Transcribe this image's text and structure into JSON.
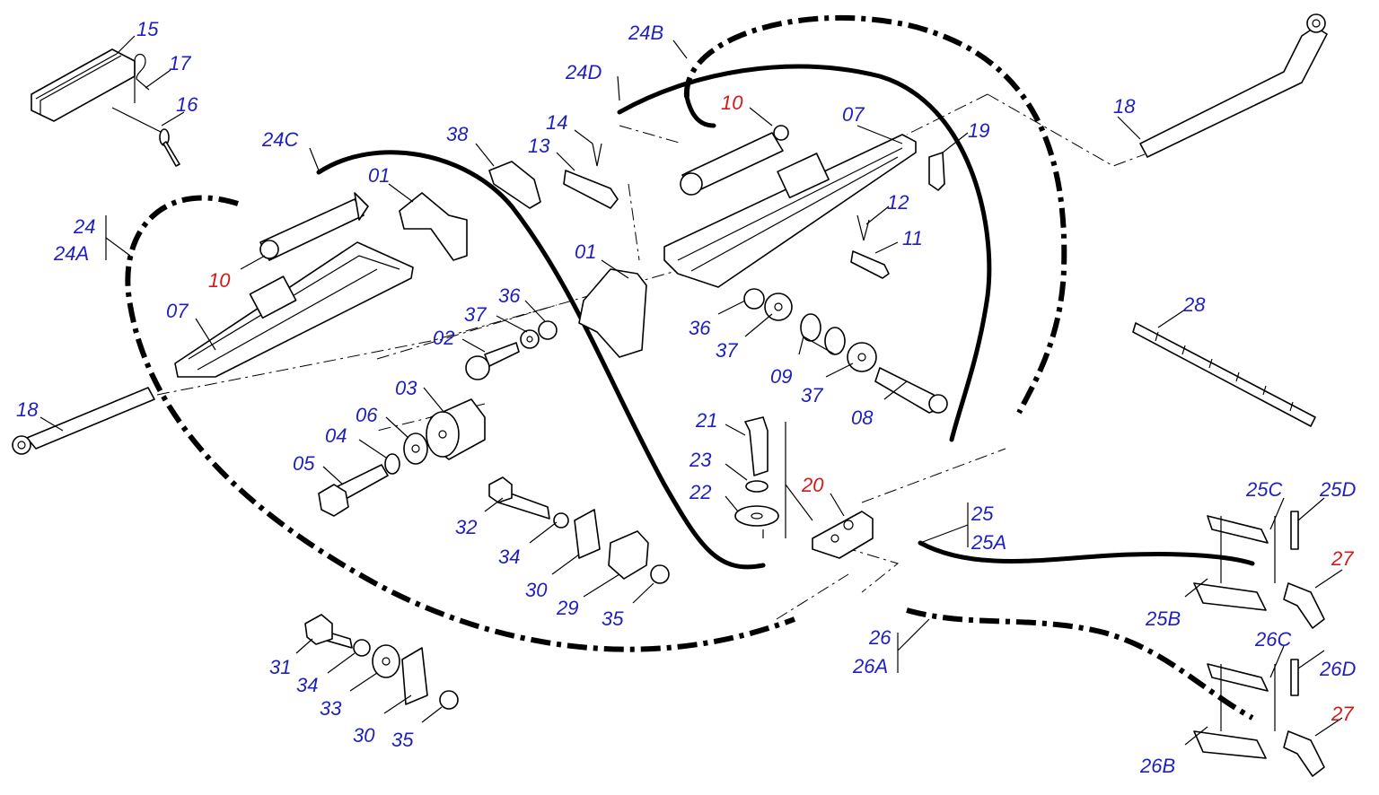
{
  "colors": {
    "label_blue": "#1f1fbf",
    "label_red": "#d11a1a",
    "line": "#000000"
  },
  "labels": [
    {
      "id": "l15",
      "text": "15",
      "color": "blue"
    },
    {
      "id": "l17",
      "text": "17",
      "color": "blue"
    },
    {
      "id": "l16",
      "text": "16",
      "color": "blue"
    },
    {
      "id": "l24c",
      "text": "24C",
      "color": "blue"
    },
    {
      "id": "l24",
      "text": "24",
      "color": "blue"
    },
    {
      "id": "l24a",
      "text": "24A",
      "color": "blue"
    },
    {
      "id": "l10a",
      "text": "10",
      "color": "red"
    },
    {
      "id": "l07a",
      "text": "07",
      "color": "blue"
    },
    {
      "id": "l18a",
      "text": "18",
      "color": "blue"
    },
    {
      "id": "l24b",
      "text": "24B",
      "color": "blue"
    },
    {
      "id": "l24d",
      "text": "24D",
      "color": "blue"
    },
    {
      "id": "l14",
      "text": "14",
      "color": "blue"
    },
    {
      "id": "l13",
      "text": "13",
      "color": "blue"
    },
    {
      "id": "l38",
      "text": "38",
      "color": "blue"
    },
    {
      "id": "l01a",
      "text": "01",
      "color": "blue"
    },
    {
      "id": "l10b",
      "text": "10",
      "color": "red"
    },
    {
      "id": "l07b",
      "text": "07",
      "color": "blue"
    },
    {
      "id": "l19",
      "text": "19",
      "color": "blue"
    },
    {
      "id": "l18b",
      "text": "18",
      "color": "blue"
    },
    {
      "id": "l12",
      "text": "12",
      "color": "blue"
    },
    {
      "id": "l11",
      "text": "11",
      "color": "blue"
    },
    {
      "id": "l01b",
      "text": "01",
      "color": "blue"
    },
    {
      "id": "l36a",
      "text": "36",
      "color": "blue"
    },
    {
      "id": "l37a",
      "text": "37",
      "color": "blue"
    },
    {
      "id": "l02",
      "text": "02",
      "color": "blue"
    },
    {
      "id": "l36b",
      "text": "36",
      "color": "blue"
    },
    {
      "id": "l37b",
      "text": "37",
      "color": "blue"
    },
    {
      "id": "l09",
      "text": "09",
      "color": "blue"
    },
    {
      "id": "l37c",
      "text": "37",
      "color": "blue"
    },
    {
      "id": "l08",
      "text": "08",
      "color": "blue"
    },
    {
      "id": "l28",
      "text": "28",
      "color": "blue"
    },
    {
      "id": "l03",
      "text": "03",
      "color": "blue"
    },
    {
      "id": "l06",
      "text": "06",
      "color": "blue"
    },
    {
      "id": "l04",
      "text": "04",
      "color": "blue"
    },
    {
      "id": "l05",
      "text": "05",
      "color": "blue"
    },
    {
      "id": "l21",
      "text": "21",
      "color": "blue"
    },
    {
      "id": "l23",
      "text": "23",
      "color": "blue"
    },
    {
      "id": "l22",
      "text": "22",
      "color": "blue"
    },
    {
      "id": "l20",
      "text": "20",
      "color": "red"
    },
    {
      "id": "l25",
      "text": "25",
      "color": "blue"
    },
    {
      "id": "l25a",
      "text": "25A",
      "color": "blue"
    },
    {
      "id": "l25c",
      "text": "25C",
      "color": "blue"
    },
    {
      "id": "l25d",
      "text": "25D",
      "color": "blue"
    },
    {
      "id": "l27a",
      "text": "27",
      "color": "red"
    },
    {
      "id": "l25b",
      "text": "25B",
      "color": "blue"
    },
    {
      "id": "l32",
      "text": "32",
      "color": "blue"
    },
    {
      "id": "l34a",
      "text": "34",
      "color": "blue"
    },
    {
      "id": "l30a",
      "text": "30",
      "color": "blue"
    },
    {
      "id": "l29",
      "text": "29",
      "color": "blue"
    },
    {
      "id": "l35a",
      "text": "35",
      "color": "blue"
    },
    {
      "id": "l26",
      "text": "26",
      "color": "blue"
    },
    {
      "id": "l26a",
      "text": "26A",
      "color": "blue"
    },
    {
      "id": "l26c",
      "text": "26C",
      "color": "blue"
    },
    {
      "id": "l26d",
      "text": "26D",
      "color": "blue"
    },
    {
      "id": "l27b",
      "text": "27",
      "color": "red"
    },
    {
      "id": "l26b",
      "text": "26B",
      "color": "blue"
    },
    {
      "id": "l31",
      "text": "31",
      "color": "blue"
    },
    {
      "id": "l34b",
      "text": "34",
      "color": "blue"
    },
    {
      "id": "l33",
      "text": "33",
      "color": "blue"
    },
    {
      "id": "l30b",
      "text": "30",
      "color": "blue"
    },
    {
      "id": "l35b",
      "text": "35",
      "color": "blue"
    }
  ]
}
